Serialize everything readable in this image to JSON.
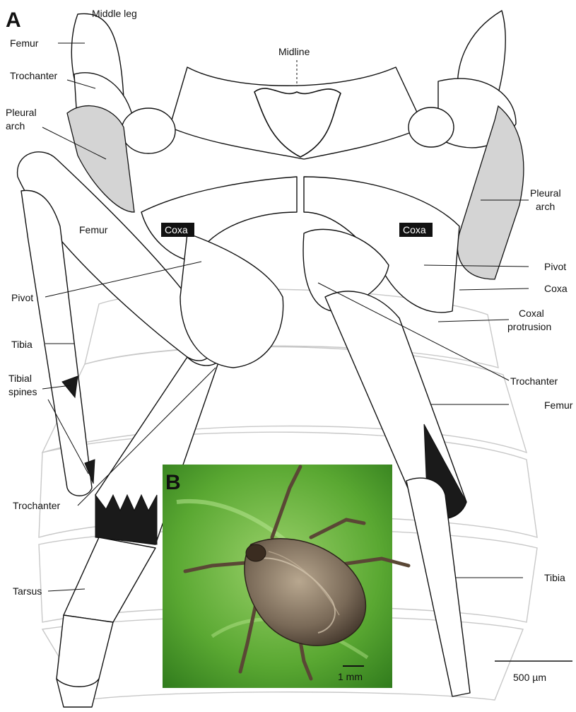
{
  "panels": {
    "a": "A",
    "b": "B"
  },
  "labels": {
    "middle_leg": "Middle leg",
    "femur_tl": "Femur",
    "midline": "Midline",
    "trochanter_tl": "Trochanter",
    "pleural_arch_left_1": "Pleural",
    "pleural_arch_left_2": "arch",
    "pleural_arch_right_1": "Pleural",
    "pleural_arch_right_2": "arch",
    "femur_inner": "Femur",
    "coxa_left": "Coxa",
    "coxa_right": "Coxa",
    "pivot_right": "Pivot",
    "coxa_far_right": "Coxa",
    "pivot_left": "Pivot",
    "coxal_protrusion_1": "Coxal",
    "coxal_protrusion_2": "protrusion",
    "tibia_left": "Tibia",
    "tibial_spines_1": "Tibial",
    "tibial_spines_2": "spines",
    "trochanter_right": "Trochanter",
    "femur_right": "Femur",
    "trochanter_bottom": "Trochanter",
    "tarsus": "Tarsus",
    "tibia_right": "Tibia"
  },
  "scale_bars": {
    "photo": "1 mm",
    "drawing": "500 µm"
  },
  "colors": {
    "leaf": "#5aa832",
    "insect": "#7a6a58",
    "pleural_arch": "#d4d4d4"
  }
}
